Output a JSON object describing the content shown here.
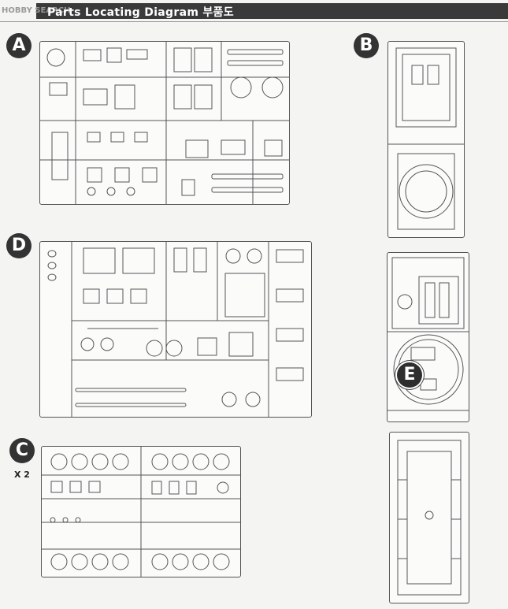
{
  "watermark": "HOBBY SEARCH",
  "header": {
    "title": "Parts Locating Diagram 부품도"
  },
  "sprues": {
    "a": {
      "label": "A"
    },
    "b": {
      "label": "B"
    },
    "c": {
      "label": "C",
      "multiplier": "X 2"
    },
    "d": {
      "label": "D"
    },
    "e": {
      "label": "E"
    }
  }
}
